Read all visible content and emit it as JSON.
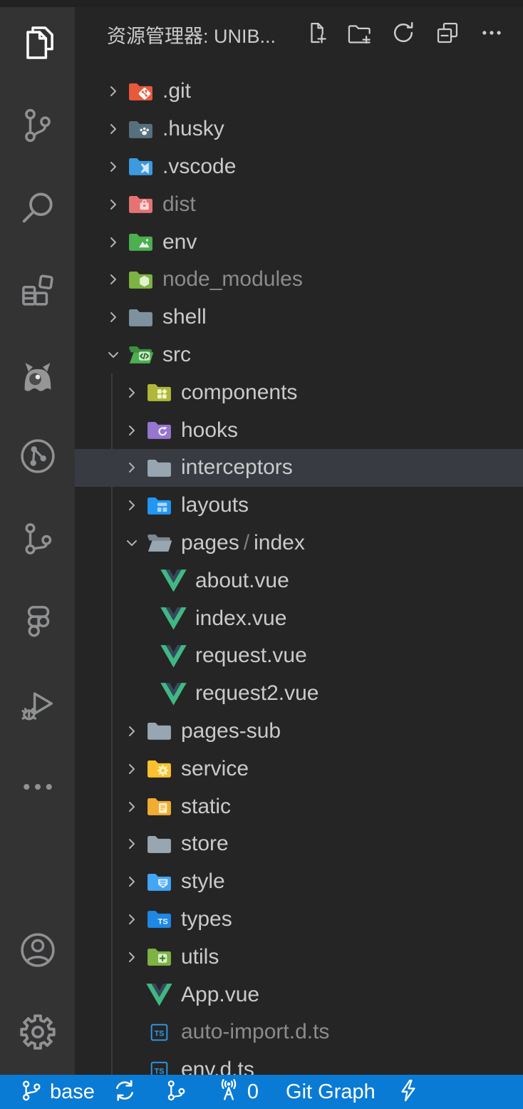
{
  "explorer_header": {
    "title": "资源管理器: UNIB...",
    "actions": [
      {
        "icon": "new-file-icon"
      },
      {
        "icon": "new-folder-icon"
      },
      {
        "icon": "refresh-icon"
      },
      {
        "icon": "collapse-all-icon"
      },
      {
        "icon": "more-icon"
      }
    ]
  },
  "activity_bar": {
    "top": [
      {
        "icon": "explorer-icon",
        "active": true
      },
      {
        "icon": "source-control-icon",
        "active": false
      },
      {
        "icon": "search-icon",
        "active": false
      },
      {
        "icon": "extensions-icon",
        "active": false
      },
      {
        "icon": "monster-extension-icon",
        "active": false
      },
      {
        "icon": "git-graph-icon",
        "active": false
      },
      {
        "icon": "commit-graph-icon",
        "active": false
      },
      {
        "icon": "figma-icon",
        "active": false
      },
      {
        "icon": "run-debug-icon",
        "active": false
      },
      {
        "icon": "more-icon",
        "active": false
      }
    ],
    "bottom": [
      {
        "icon": "account-icon",
        "active": false
      },
      {
        "icon": "settings-icon",
        "active": false
      }
    ]
  },
  "tree": {
    "items": [
      {
        "label": ".git",
        "level": 0,
        "type": "folder",
        "emblem": "git",
        "color": "#e8593c",
        "expanded": false
      },
      {
        "label": ".husky",
        "level": 0,
        "type": "folder",
        "emblem": "paw",
        "color": "#56707d",
        "expanded": false
      },
      {
        "label": ".vscode",
        "level": 0,
        "type": "folder",
        "emblem": "vscode",
        "color": "#3b9ae0",
        "expanded": false
      },
      {
        "label": "dist",
        "level": 0,
        "type": "folder",
        "emblem": "package",
        "color": "#e57373",
        "expanded": false,
        "dimmed": true
      },
      {
        "label": "env",
        "level": 0,
        "type": "folder",
        "emblem": "mountain",
        "color": "#4caf50",
        "expanded": false
      },
      {
        "label": "node_modules",
        "level": 0,
        "type": "folder",
        "emblem": "hexagon",
        "color": "#7cb342",
        "expanded": false,
        "dimmed": true
      },
      {
        "label": "shell",
        "level": 0,
        "type": "folder",
        "emblem": "none",
        "color": "#7d919e",
        "expanded": false
      },
      {
        "label": "src",
        "level": 0,
        "type": "folder",
        "emblem": "code",
        "color": "#4caf50",
        "expanded": true,
        "open": true
      },
      {
        "label": "components",
        "level": 1,
        "type": "folder",
        "emblem": "components",
        "color": "#b0b73a",
        "expanded": false
      },
      {
        "label": "hooks",
        "level": 1,
        "type": "folder",
        "emblem": "hook",
        "color": "#9575cd",
        "expanded": false
      },
      {
        "label": "interceptors",
        "level": 1,
        "type": "folder",
        "emblem": "none",
        "color": "#97a6b0",
        "expanded": false,
        "selected": true
      },
      {
        "label": "layouts",
        "level": 1,
        "type": "folder",
        "emblem": "layout",
        "color": "#2196f3",
        "expanded": false
      },
      {
        "label": "pages / index",
        "level": 1,
        "type": "folder",
        "emblem": "none",
        "color": "#97a6b0",
        "expanded": true,
        "open": true,
        "parts": [
          "pages",
          "index"
        ],
        "separator": "/"
      },
      {
        "label": "about.vue",
        "level": 2,
        "type": "file",
        "icon": "vue-icon"
      },
      {
        "label": "index.vue",
        "level": 2,
        "type": "file",
        "icon": "vue-icon"
      },
      {
        "label": "request.vue",
        "level": 2,
        "type": "file",
        "icon": "vue-icon"
      },
      {
        "label": "request2.vue",
        "level": 2,
        "type": "file",
        "icon": "vue-icon"
      },
      {
        "label": "pages-sub",
        "level": 1,
        "type": "folder",
        "emblem": "none",
        "color": "#97a6b0",
        "expanded": false
      },
      {
        "label": "service",
        "level": 1,
        "type": "folder",
        "emblem": "gear",
        "color": "#fcc12e",
        "expanded": false
      },
      {
        "label": "static",
        "level": 1,
        "type": "folder",
        "emblem": "doc",
        "color": "#f0ac33",
        "expanded": false
      },
      {
        "label": "store",
        "level": 1,
        "type": "folder",
        "emblem": "none",
        "color": "#97a6b0",
        "expanded": false
      },
      {
        "label": "style",
        "level": 1,
        "type": "folder",
        "emblem": "shield",
        "color": "#42a5f5",
        "expanded": false
      },
      {
        "label": "types",
        "level": 1,
        "type": "folder",
        "emblem": "ts",
        "color": "#1e88e5",
        "expanded": false
      },
      {
        "label": "utils",
        "level": 1,
        "type": "folder",
        "emblem": "plusdoc",
        "color": "#7cb342",
        "expanded": false
      },
      {
        "label": "App.vue",
        "level": 1,
        "type": "file",
        "icon": "vue-icon"
      },
      {
        "label": "auto-import.d.ts",
        "level": 1,
        "type": "file",
        "icon": "ts-def-icon",
        "dimmed": true
      },
      {
        "label": "env.d.ts",
        "level": 1,
        "type": "file",
        "icon": "ts-def-icon"
      }
    ]
  },
  "status_bar": {
    "items": [
      {
        "name": "git-branch-status",
        "icon": "git-branch-icon",
        "label": "base"
      },
      {
        "name": "sync-status",
        "icon": "sync-icon",
        "label": ""
      },
      {
        "name": "commit-graph-status",
        "icon": "commit-graph-icon",
        "label": ""
      },
      {
        "name": "ports-status",
        "icon": "radio-tower-icon",
        "label": "0"
      },
      {
        "name": "git-graph-button",
        "icon": "",
        "label": "Git Graph"
      },
      {
        "name": "zap-status",
        "icon": "zap-icon",
        "label": ""
      }
    ]
  },
  "colors": {
    "status_bar_bg": "#0a7bd5",
    "selection_bg": "#383b41",
    "sidebar_bg": "#252526",
    "activity_bar_bg": "#333334",
    "vue_green": "#41b883",
    "vue_navy": "#35495e",
    "ts_blue": "#2e9be6",
    "text_normal": "#c9cacb",
    "text_dimmed": "#8a8b8c"
  }
}
